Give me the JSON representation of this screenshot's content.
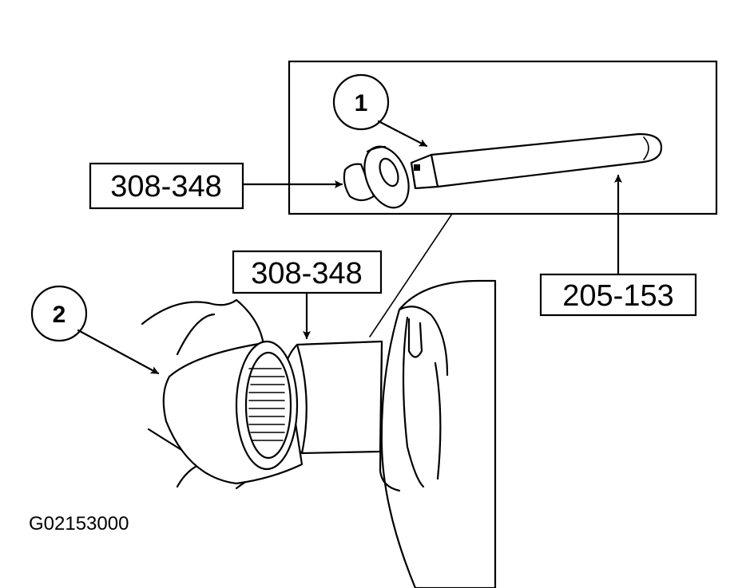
{
  "labels": {
    "tool_inset": "308-348",
    "tool_main": "308-348",
    "tool_handle": "205-153"
  },
  "callouts": {
    "one": "1",
    "two": "2"
  },
  "figure_code": "G02153000"
}
